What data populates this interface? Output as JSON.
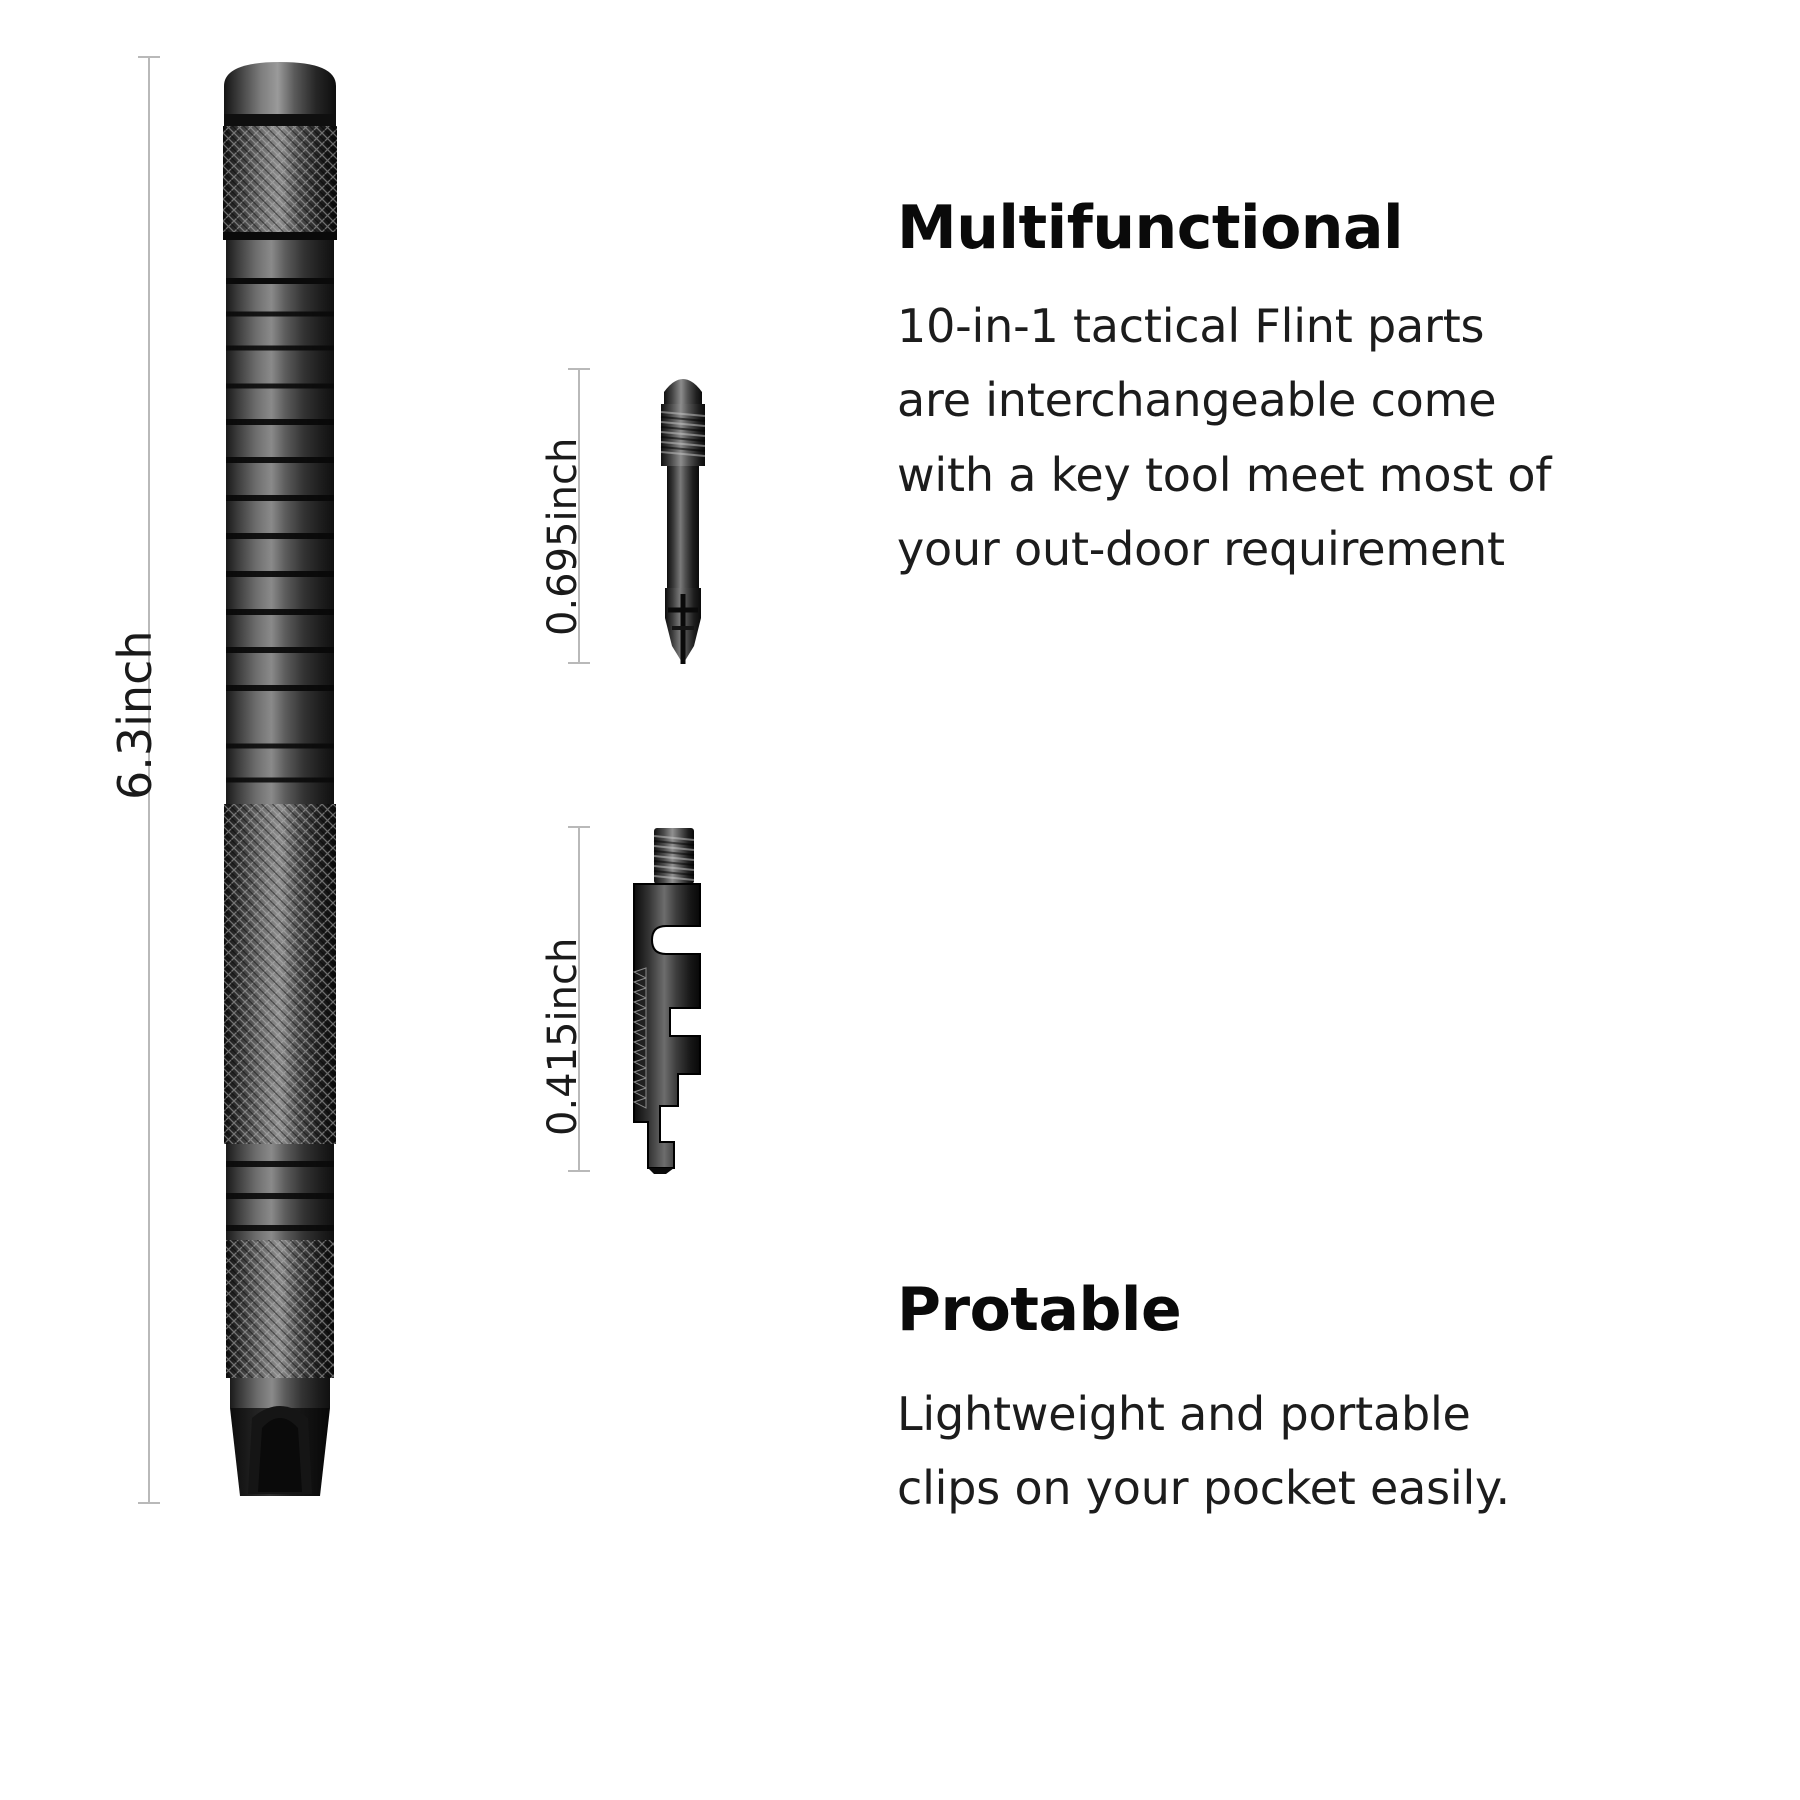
{
  "product": {
    "main_item": {
      "name": "tactical-pen-flashlight",
      "dimension_label": "6.3inch"
    },
    "accessories": [
      {
        "name": "philips-screwdriver-bit",
        "dimension_label": "0.695inch"
      },
      {
        "name": "bottle-opener-wrench-tool",
        "dimension_label": "0.415inch"
      }
    ]
  },
  "features": [
    {
      "id": "multifunctional",
      "heading": "Multifunctional",
      "body": "10-in-1 tactical Flint parts are interchangeable come with a key tool meet most of your out-door requirement"
    },
    {
      "id": "protable",
      "heading": "Protable",
      "body": "Lightweight and portable clips on your pocket easily."
    }
  ],
  "colors": {
    "background": "#ffffff",
    "text": "#1c1c1c",
    "heading": "#0a0a0a",
    "dimension_line": "#b9b9b9",
    "product_body": "#2b2b2b"
  }
}
